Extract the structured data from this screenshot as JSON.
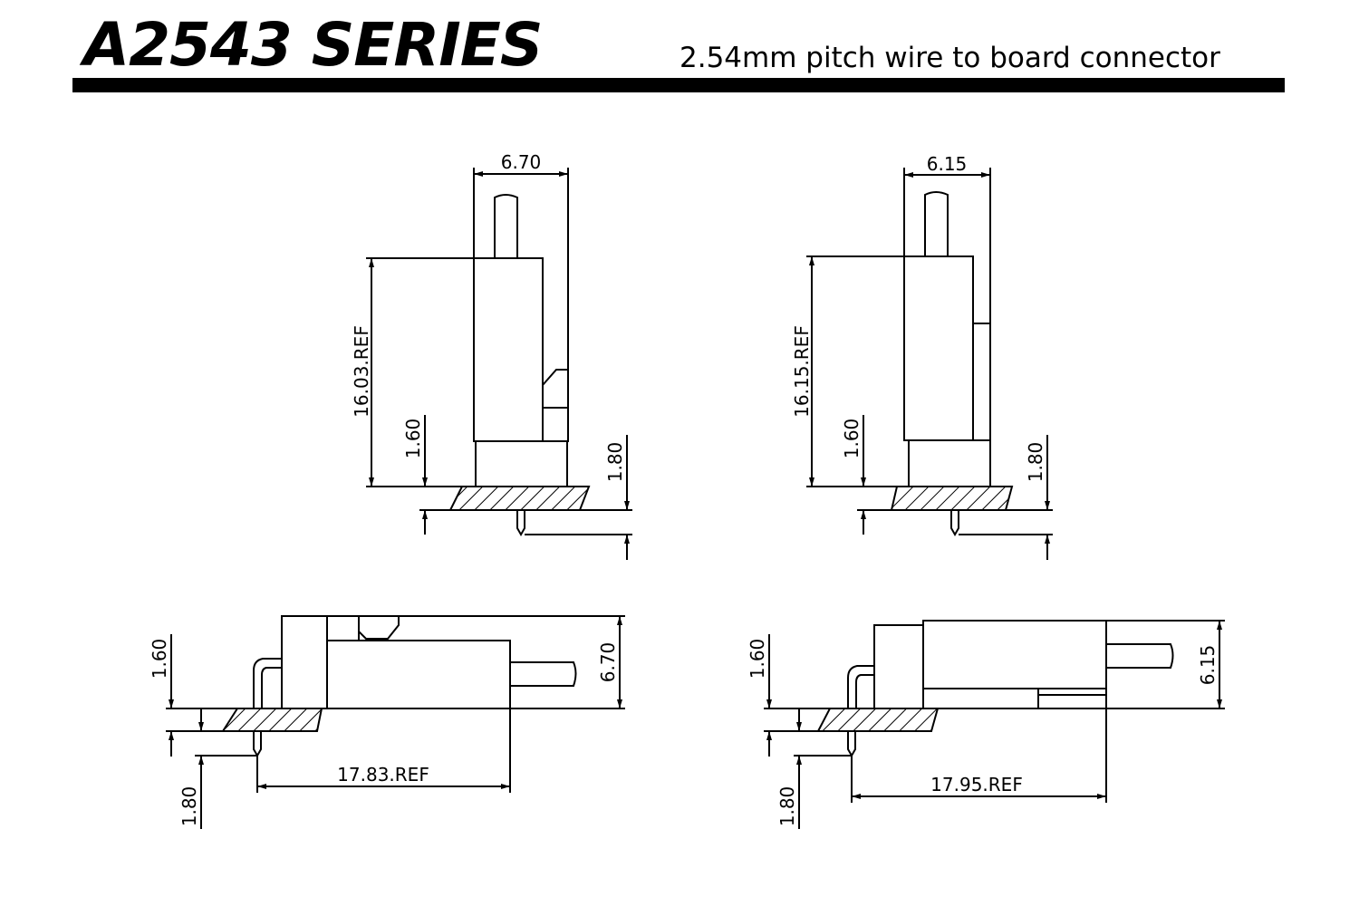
{
  "header": {
    "series": "A2543 SERIES",
    "subtitle": "2.54mm pitch wire to board connector"
  },
  "views": {
    "top_left": {
      "width": "6.70",
      "height": "16.03.REF",
      "housing_standoff": "1.60",
      "pcb_tail": "1.80"
    },
    "top_right": {
      "width": "6.15",
      "height": "16.15.REF",
      "housing_standoff": "1.60",
      "pcb_tail": "1.80"
    },
    "bottom_left": {
      "standoff": "1.60",
      "height": "6.70",
      "length": "17.83.REF",
      "pcb_tail": "1.80"
    },
    "bottom_right": {
      "standoff": "1.60",
      "height": "6.15",
      "length": "17.95.REF",
      "pcb_tail": "1.80"
    }
  }
}
